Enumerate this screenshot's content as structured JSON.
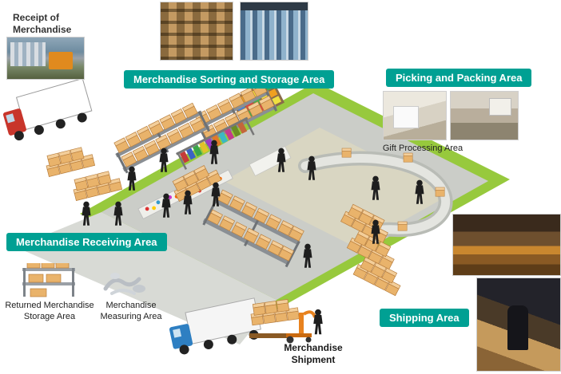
{
  "colors": {
    "accent": "#00A093",
    "grass": "#97C93D",
    "floor": "#CBCDC8",
    "apron": "#D8DAD5",
    "floor_beige": "#D9D6C2",
    "box_front": "#E9B36B",
    "box_top": "#F3CE9A",
    "box_edge": "#B97F3E",
    "silhouette": "#1E1E1E",
    "shelf_gray": "#8A8F94",
    "conveyor_outer": "#B9BCB6",
    "conveyor_inner": "#E4E5E0"
  },
  "badges": {
    "sorting": "Merchandise Sorting and Storage Area",
    "picking": "Picking and Packing Area",
    "receiving": "Merchandise Receiving Area",
    "shipping": "Shipping Area"
  },
  "captions": {
    "receipt_line1": "Receipt of",
    "receipt_line2": "Merchandise",
    "gift": "Gift Processing Area",
    "returned_line1": "Returned Merchandise",
    "returned_line2": "Storage Area",
    "measuring_line1": "Merchandise",
    "measuring_line2": "Measuring Area",
    "shipment_line1": "Merchandise",
    "shipment_line2": "Shipment"
  }
}
